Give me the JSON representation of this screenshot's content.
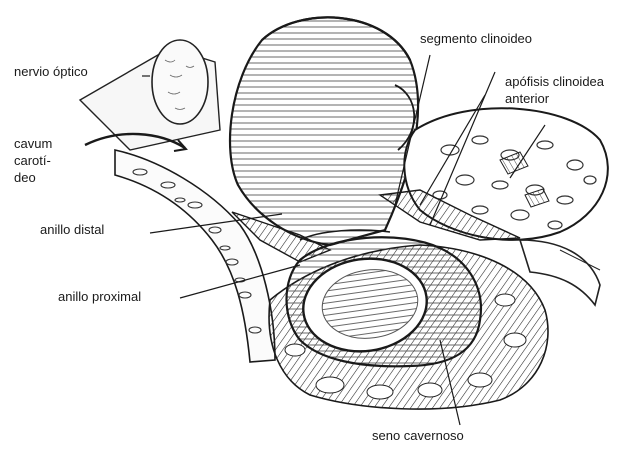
{
  "labels": {
    "nervio_optico": "nervio óptico",
    "cavum_line1": "cavum",
    "cavum_line2": "carotí-",
    "cavum_line3": "deo",
    "anillo_distal": "anillo distal",
    "anillo_proximal": "anillo proximal",
    "segmento_clinoideo": "segmento clinoideo",
    "apofisis_line1": "apófisis clinoidea",
    "apofisis_line2": "anterior",
    "seno_cavernoso": "seno cavernoso"
  },
  "colors": {
    "ink": "#1a1a1a",
    "paper": "#ffffff",
    "shade": "#d9d9d9"
  }
}
